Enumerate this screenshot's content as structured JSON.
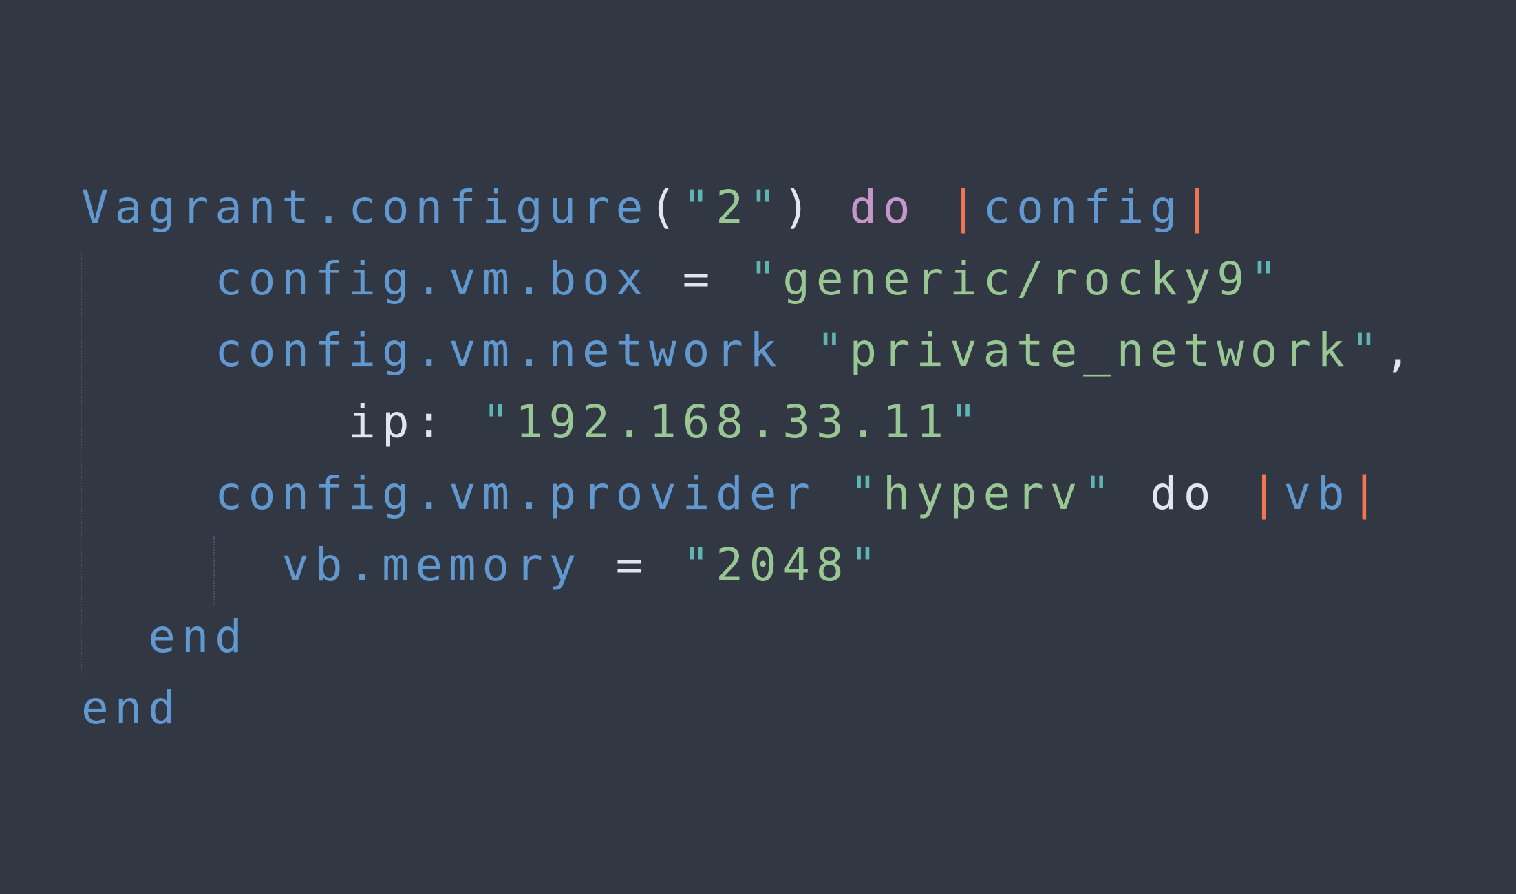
{
  "editor": {
    "background": "#323843",
    "language": "ruby",
    "colors": {
      "identifier": "#6198cf",
      "keyword": "#c596c7",
      "plain": "#e1e5ee",
      "quote": "#5fb4b4",
      "string": "#99c794",
      "block_pipe": "#f07550"
    },
    "lines": [
      {
        "indent": "",
        "tokens": {
          "t0": "Vagrant.configure",
          "t1": "(",
          "t2": "\"",
          "t3": "2",
          "t4": "\"",
          "t5": ") ",
          "t6": "do",
          "t7": " ",
          "t8": "|",
          "t9": "config",
          "t10": "|"
        }
      },
      {
        "indent": "    ",
        "tokens": {
          "t0": "config.vm.box",
          "t1": " = ",
          "t2": "\"",
          "t3": "generic/rocky9",
          "t4": "\""
        }
      },
      {
        "indent": "    ",
        "tokens": {
          "t0": "config.vm.network",
          "t1": " ",
          "t2": "\"",
          "t3": "private_network",
          "t4": "\"",
          "t5": ","
        }
      },
      {
        "indent": "        ",
        "tokens": {
          "t0": "ip: ",
          "t1": "\"",
          "t2": "192.168.33.11",
          "t3": "\""
        }
      },
      {
        "indent": "    ",
        "tokens": {
          "t0": "config.vm.provider",
          "t1": " ",
          "t2": "\"",
          "t3": "hyperv",
          "t4": "\"",
          "t5": " do ",
          "t6": "|",
          "t7": "vb",
          "t8": "|"
        }
      },
      {
        "indent": "      ",
        "tokens": {
          "t0": "vb.memory",
          "t1": " = ",
          "t2": "\"",
          "t3": "2048",
          "t4": "\""
        }
      },
      {
        "indent": "  ",
        "tokens": {
          "t0": "end"
        }
      },
      {
        "indent": "",
        "tokens": {
          "t0": "end"
        }
      }
    ]
  }
}
